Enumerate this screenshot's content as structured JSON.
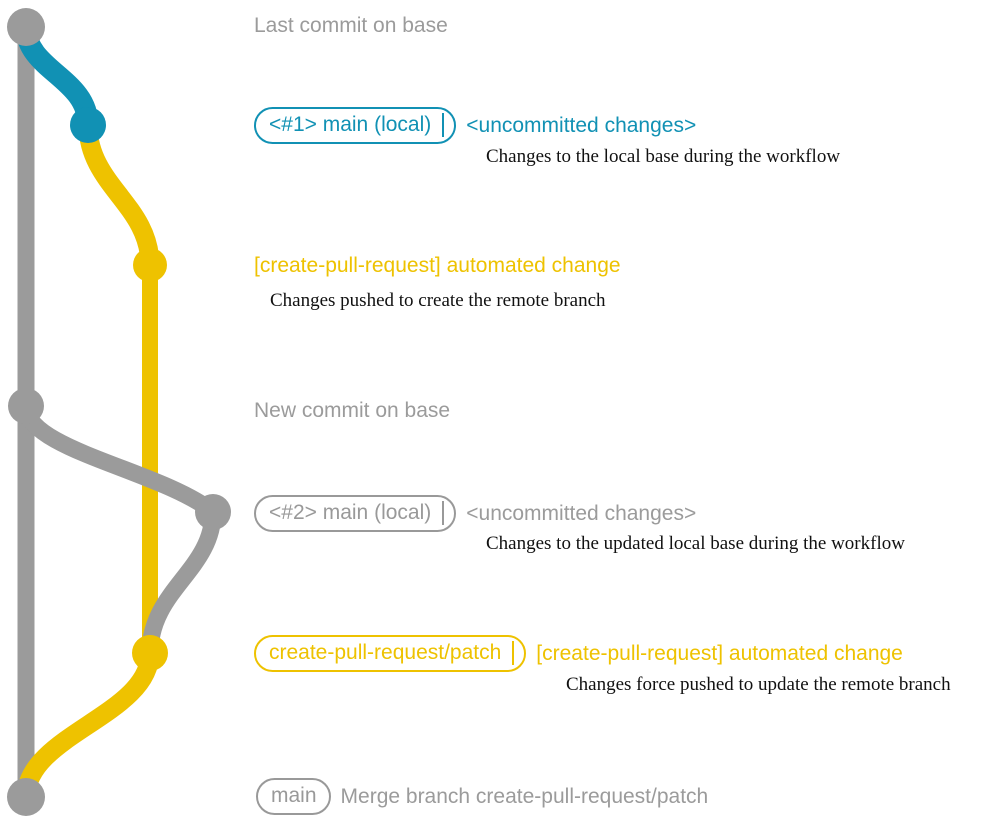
{
  "diagram": {
    "title": "git branch graph for create-pull-request workflow",
    "colors": {
      "base_gray": "#9b9b9b",
      "local_blue": "#1191b4",
      "remote_yellow": "#eec200",
      "note_text": "#111111",
      "background": "#ffffff"
    },
    "rows": [
      {
        "id": "last-commit-on-base",
        "node_color": "#9b9b9b",
        "badge": null,
        "subject": "Last commit on base",
        "subject_color": "gray",
        "note": null
      },
      {
        "id": "local-main-1",
        "node_color": "#1191b4",
        "badge": "<#1> main (local)",
        "subject": "<uncommitted changes>",
        "subject_color": "blue",
        "note": "Changes to the local base during the workflow"
      },
      {
        "id": "automated-change-1",
        "node_color": "#eec200",
        "badge": null,
        "subject": "[create-pull-request] automated change",
        "subject_color": "yellow",
        "note": "Changes pushed to create the remote branch"
      },
      {
        "id": "new-commit-on-base",
        "node_color": "#9b9b9b",
        "badge": null,
        "subject": "New commit on base",
        "subject_color": "gray",
        "note": null
      },
      {
        "id": "local-main-2",
        "node_color": "#9b9b9b",
        "badge": "<#2> main (local)",
        "subject": "<uncommitted changes>",
        "subject_color": "gray",
        "note": "Changes to the updated local base during the workflow"
      },
      {
        "id": "automated-change-2",
        "node_color": "#eec200",
        "badge": "create-pull-request/patch",
        "subject": "[create-pull-request] automated change",
        "subject_color": "yellow",
        "note": "Changes force pushed to update the remote branch"
      },
      {
        "id": "merge-commit",
        "node_color": "#9b9b9b",
        "badge": "main",
        "subject": "Merge branch create-pull-request/patch",
        "subject_color": "gray",
        "note": null
      }
    ]
  }
}
